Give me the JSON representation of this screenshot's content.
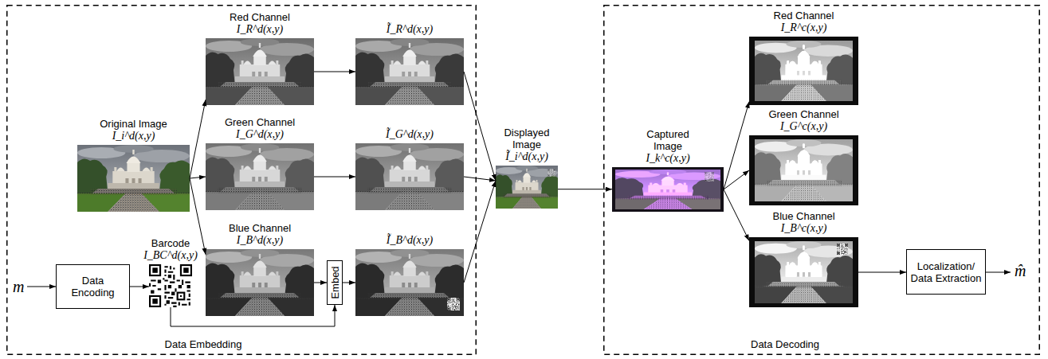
{
  "diagram": {
    "nodes": [
      {
        "text": [
          "Data Embedding"
        ]
      },
      {
        "text": [
          "Original Image",
          "I_i^d(x,y)"
        ],
        "in": 0
      },
      {
        "text": [
          "Red Channel",
          "I_R^d(x,y)"
        ],
        "in": 0
      },
      {
        "text": [
          "Green Channel",
          "I_G^d(x,y)"
        ],
        "in": 0
      },
      {
        "text": [
          "Blue Channel",
          "I_B^d(x,y)"
        ],
        "in": 0
      },
      {
        "text": [
          "Barcode",
          "I_BC^d(x,y)"
        ],
        "in": 0
      },
      {
        "text": [
          "Data Encoding"
        ],
        "in": 0
      },
      {
        "text": [
          "Embed"
        ],
        "in": 0
      },
      {
        "text": [
          "Ĩ_R^d(x,y)"
        ],
        "in": 0
      },
      {
        "text": [
          "Ĩ_G^d(x,y)"
        ],
        "in": 0
      },
      {
        "text": [
          "Ĩ_B^d(x,y)"
        ],
        "in": 0
      },
      {
        "text": [
          "Displayed Image",
          "Ĩ_i^d(x,y)"
        ]
      },
      {
        "text": [
          "Data Decoding"
        ]
      },
      {
        "text": [
          "Captured Image",
          "I_k^c(x,y)"
        ],
        "in": 12
      },
      {
        "text": [
          "Red Channel",
          "I_R^c(x,y)"
        ],
        "in": 12
      },
      {
        "text": [
          "Green Channel",
          "I_G^c(x,y)"
        ],
        "in": 12
      },
      {
        "text": [
          "Blue Channel",
          "I_B^c(x,y)"
        ],
        "in": 12
      },
      {
        "text": [
          "Localization/ Data Extraction"
        ],
        "in": 12
      }
    ],
    "edges": [
      {
        "from": 1,
        "to": 2,
        "arrow": "to"
      },
      {
        "from": 1,
        "to": 3,
        "arrow": "to"
      },
      {
        "from": 1,
        "to": 4,
        "arrow": "to"
      },
      {
        "from": 6,
        "to": 5,
        "arrow": "to"
      },
      {
        "from": 4,
        "to": 7,
        "arrow": "to"
      },
      {
        "from": 5,
        "to": 7,
        "arrow": "to"
      },
      {
        "from": 7,
        "to": 10,
        "arrow": "to"
      },
      {
        "from": 2,
        "to": 8,
        "arrow": "to"
      },
      {
        "from": 3,
        "to": 9,
        "arrow": "to"
      },
      {
        "from": 8,
        "to": 11,
        "arrow": "to"
      },
      {
        "from": 9,
        "to": 11,
        "arrow": "to"
      },
      {
        "from": 10,
        "to": 11,
        "arrow": "to"
      },
      {
        "from": 11,
        "to": 13,
        "arrow": "to"
      },
      {
        "from": 13,
        "to": 14,
        "arrow": "to"
      },
      {
        "from": 13,
        "to": 15,
        "arrow": "to"
      },
      {
        "from": 13,
        "to": 16,
        "arrow": "to"
      },
      {
        "from": 16,
        "to": 17,
        "arrow": "to"
      }
    ],
    "labels": [
      "m",
      "m̂"
    ]
  }
}
